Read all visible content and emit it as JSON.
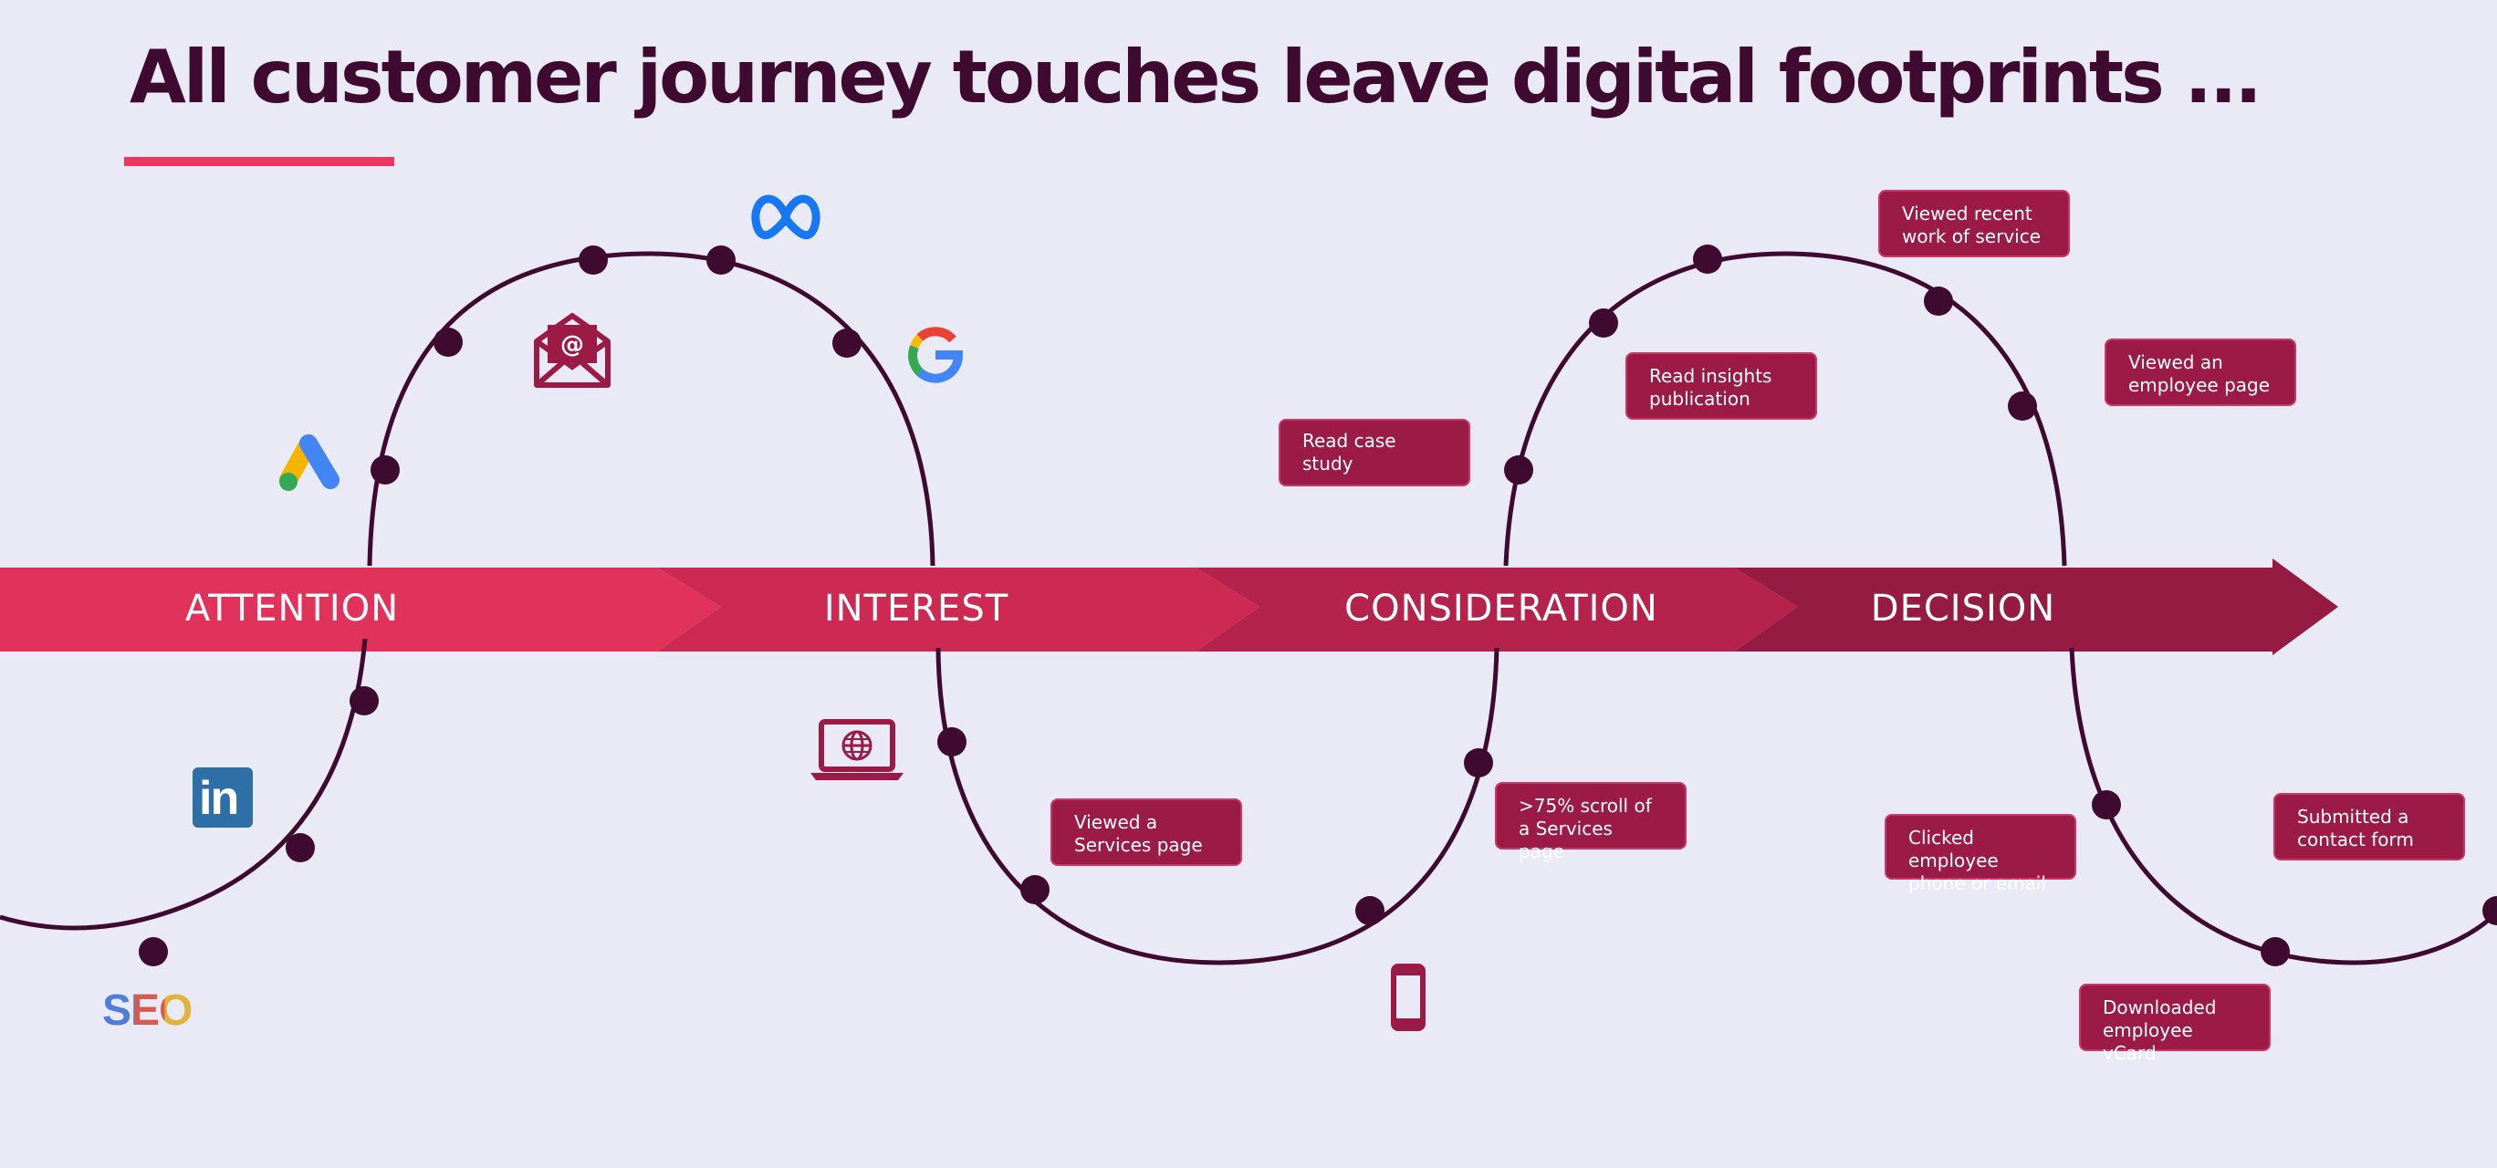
{
  "title": "All customer journey touches leave digital footprints ...",
  "stages": [
    {
      "label": "ATTENTION",
      "color": "#e0325a"
    },
    {
      "label": "INTEREST",
      "color": "#cc2a53"
    },
    {
      "label": "CONSIDERATION",
      "color": "#b5234c"
    },
    {
      "label": "DECISION",
      "color": "#951b43"
    }
  ],
  "footprints": {
    "viewed_recent_work": "Viewed recent work of service",
    "viewed_employee_page": "Viewed an employee page",
    "read_insights": "Read insights publication",
    "read_case_study": "Read case study",
    "viewed_services_page": "Viewed a Services page",
    "scroll_services_page": ">75% scroll of a Services page",
    "clicked_employee_contact": "Clicked employee phone or email",
    "submitted_contact_form": "Submitted a contact form",
    "downloaded_vcard": "Downloaded employee vCard"
  },
  "icons": {
    "linkedin": {
      "text": "in",
      "color": "#2f6fa8"
    },
    "seo": {
      "text": "SEO"
    },
    "google_ads": {
      "name": "google-ads-icon"
    },
    "email": {
      "name": "email-icon",
      "text": "@"
    },
    "meta": {
      "name": "meta-icon"
    },
    "google": {
      "name": "google-icon"
    },
    "laptop": {
      "name": "laptop-globe-icon"
    },
    "mobile": {
      "name": "mobile-phone-icon"
    }
  },
  "colors": {
    "background": "#e9eaf5",
    "title": "#3f0a30",
    "accent": "#e9375d",
    "path": "#3f0a30",
    "box": "#9b1b46"
  }
}
